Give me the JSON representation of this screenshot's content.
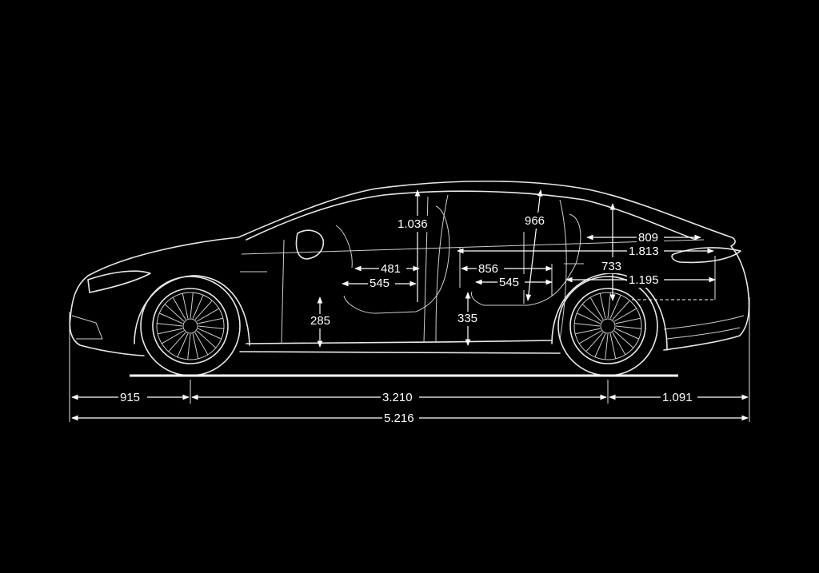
{
  "dimensions": {
    "front_overhang": "915",
    "wheelbase": "3.210",
    "rear_overhang": "1.091",
    "overall_length": "5.216",
    "front_headroom": "1.036",
    "rear_headroom": "966",
    "front_seat_depth": "481",
    "front_seat_width": "545",
    "legroom_gap": "856",
    "rear_seat_width": "545",
    "front_seat_height": "285",
    "rear_seat_height": "335",
    "load_length_top": "809",
    "load_length_long": "1.813",
    "trunk_height": "733",
    "load_length_floor": "1.195"
  },
  "colors": {
    "background": "#000000",
    "lines": "#ffffff"
  }
}
